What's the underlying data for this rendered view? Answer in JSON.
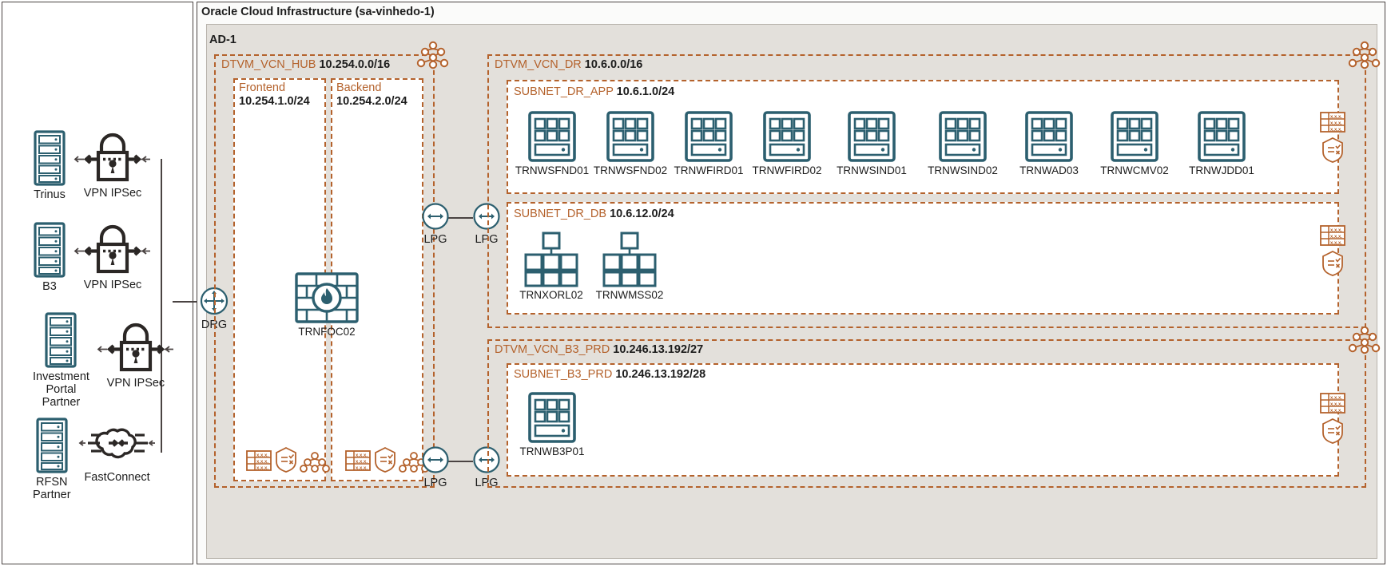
{
  "region": {
    "title": "Oracle Cloud Infrastructure (sa-vinhedo-1)",
    "ad_label": "AD-1"
  },
  "onprem": {
    "partners": [
      {
        "name": "Trinus",
        "connection": "VPN IPSec",
        "conn_icon": "vpn-lock-icon",
        "node_icon": "server-rack-icon"
      },
      {
        "name": "B3",
        "connection": "VPN IPSec",
        "conn_icon": "vpn-lock-icon",
        "node_icon": "server-rack-icon"
      },
      {
        "name": "Investment\nPortal\nPartner",
        "connection": "VPN IPSec",
        "conn_icon": "vpn-lock-icon",
        "node_icon": "server-rack-icon"
      },
      {
        "name": "RFSN\nPartner",
        "connection": "FastConnect",
        "conn_icon": "fastconnect-cloud-icon",
        "node_icon": "server-rack-icon"
      }
    ]
  },
  "drg": {
    "label": "DRG",
    "icon": "drg-icon"
  },
  "hub_vcn": {
    "name": "DTVM_VCN_HUB",
    "cidr": "10.254.0.0/16",
    "subnets": [
      {
        "name": "Frontend",
        "cidr": "10.254.1.0/24"
      },
      {
        "name": "Backend",
        "cidr": "10.254.2.0/24"
      }
    ],
    "firewall": {
      "label": "TRNFOC02",
      "icon": "firewall-icon"
    },
    "footer_icons": [
      "route-table-icon",
      "security-list-icon",
      "network-nodes-icon",
      "route-table-icon",
      "security-list-icon",
      "network-nodes-icon"
    ]
  },
  "lpg": {
    "label": "LPG",
    "icon": "lpg-icon",
    "pairs": [
      {
        "left": "LPG",
        "right": "LPG"
      },
      {
        "left": "LPG",
        "right": "LPG"
      }
    ]
  },
  "dr_vcn": {
    "name": "DTVM_VCN_DR",
    "cidr": "10.6.0.0/16",
    "side_icons": [
      "route-table-icon",
      "security-list-icon"
    ],
    "corner_icon": "network-nodes-icon",
    "subnets": [
      {
        "name": "SUBNET_DR_APP",
        "cidr": "10.6.1.0/24",
        "kind": "vm",
        "instances": [
          "TRNWSFND01",
          "TRNWSFND02",
          "TRNWFIRD01",
          "TRNWFIRD02",
          "TRNWSIND01",
          "TRNWSIND02",
          "TRNWAD03",
          "TRNWCMV02",
          "TRNWJDD01"
        ]
      },
      {
        "name": "SUBNET_DR_DB",
        "cidr": "10.6.12.0/24",
        "kind": "db",
        "instances": [
          "TRNXORL02",
          "TRNWMSS02"
        ]
      }
    ]
  },
  "b3_vcn": {
    "name": "DTVM_VCN_B3_PRD",
    "cidr": "10.246.13.192/27",
    "side_icons": [
      "route-table-icon",
      "security-list-icon"
    ],
    "corner_icon": "network-nodes-icon",
    "subnets": [
      {
        "name": "SUBNET_B3_PRD",
        "cidr": "10.246.13.192/28",
        "kind": "vm",
        "instances": [
          "TRNWB3P01"
        ]
      }
    ]
  },
  "colors": {
    "teal": "#2c5f6f",
    "orange": "#b4622c",
    "dark": "#1c1c1c",
    "ad_bg": "#e3e0db",
    "stroke": "#3a3330"
  }
}
